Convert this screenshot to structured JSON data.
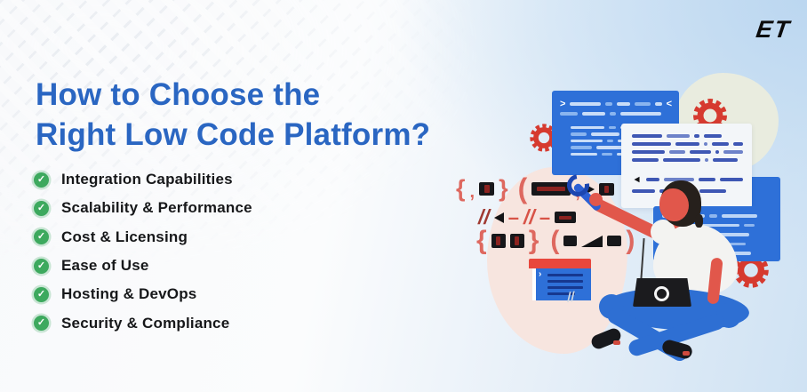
{
  "brand": {
    "logo": "ET"
  },
  "header": {
    "title_line1": "How to Choose the",
    "title_line2": "Right Low Code Platform?"
  },
  "checklist": {
    "check_glyph": "✓",
    "items": [
      "Integration Capabilities",
      "Scalability & Performance",
      "Cost & Licensing",
      "Ease of Use",
      "Hosting & DevOps",
      "Security & Compliance"
    ]
  },
  "illustration": {
    "description": "developer sitting cross-legged with a laptop, raising a wrench, surrounded by code windows, gears and code symbols",
    "glyphs": {
      "brace_open": "{",
      "brace_close": "}",
      "paren_open": "(",
      "paren_close": ")",
      "comma": ",",
      "slashes": "//",
      "dash": "–",
      "chevron_right": ">",
      "chevron_left": "<",
      "marker": "›"
    }
  },
  "colors": {
    "title_blue": "#2a66c2",
    "accent_blue": "#2e70d8",
    "gear_red": "#d63a2f",
    "check_green": "#3da95e",
    "skin_red": "#e1574b",
    "bg_right_blue": "#cfe2f3"
  }
}
